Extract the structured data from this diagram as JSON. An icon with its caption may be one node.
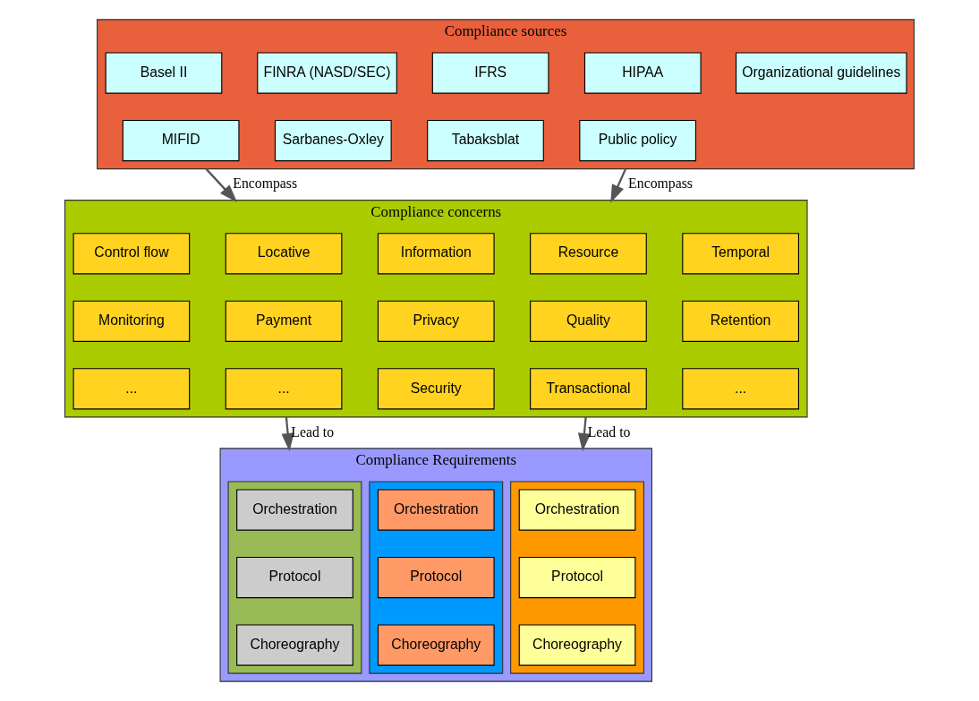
{
  "diagram": {
    "nodes": [
      {
        "text": [
          "Compliance sources"
        ]
      },
      {
        "text": [
          "Basel II"
        ],
        "in": 0
      },
      {
        "text": [
          "FINRA (NASD/SEC)"
        ],
        "in": 0
      },
      {
        "text": [
          "IFRS"
        ],
        "in": 0
      },
      {
        "text": [
          "HIPAA"
        ],
        "in": 0
      },
      {
        "text": [
          "Organizational guidelines"
        ],
        "in": 0
      },
      {
        "text": [
          "MIFID"
        ],
        "in": 0
      },
      {
        "text": [
          "Sarbanes-Oxley"
        ],
        "in": 0
      },
      {
        "text": [
          "Tabaksblat"
        ],
        "in": 0
      },
      {
        "text": [
          "Public policy"
        ],
        "in": 0
      },
      {
        "text": [
          "Compliance concerns"
        ]
      },
      {
        "text": [
          "Control flow"
        ],
        "in": 10
      },
      {
        "text": [
          "Locative"
        ],
        "in": 10
      },
      {
        "text": [
          "Information"
        ],
        "in": 10
      },
      {
        "text": [
          "Resource"
        ],
        "in": 10
      },
      {
        "text": [
          "Temporal"
        ],
        "in": 10
      },
      {
        "text": [
          "Monitoring"
        ],
        "in": 10
      },
      {
        "text": [
          "Payment"
        ],
        "in": 10
      },
      {
        "text": [
          "Privacy"
        ],
        "in": 10
      },
      {
        "text": [
          "Quality"
        ],
        "in": 10
      },
      {
        "text": [
          "Retention"
        ],
        "in": 10
      },
      {
        "text": [
          "..."
        ],
        "in": 10
      },
      {
        "text": [
          "..."
        ],
        "in": 10
      },
      {
        "text": [
          "Security"
        ],
        "in": 10
      },
      {
        "text": [
          "Transactional"
        ],
        "in": 10
      },
      {
        "text": [
          "..."
        ],
        "in": 10
      },
      {
        "text": [
          "Compliance Requirements"
        ]
      },
      {
        "text": [],
        "shape": "box",
        "in": 26
      },
      {
        "text": [
          "Orchestration"
        ],
        "in": 27
      },
      {
        "text": [
          "Protocol"
        ],
        "in": 27
      },
      {
        "text": [
          "Choreography"
        ],
        "in": 27
      },
      {
        "text": [],
        "shape": "box",
        "in": 26
      },
      {
        "text": [
          "Orchestration"
        ],
        "in": 31
      },
      {
        "text": [
          "Protocol"
        ],
        "in": 31
      },
      {
        "text": [
          "Choreography"
        ],
        "in": 31
      },
      {
        "text": [],
        "shape": "box",
        "in": 26
      },
      {
        "text": [
          "Orchestration"
        ],
        "in": 35
      },
      {
        "text": [
          "Protocol"
        ],
        "in": 35
      },
      {
        "text": [
          "Choreography"
        ],
        "in": 35
      }
    ],
    "edges": [
      {
        "from": 0,
        "to": 10,
        "arrow": "to",
        "label": "Encompass"
      },
      {
        "from": 0,
        "to": 10,
        "arrow": "to",
        "label": "Encompass"
      },
      {
        "from": 10,
        "to": 26,
        "arrow": "to",
        "label": "Lead to"
      },
      {
        "from": 10,
        "to": 26,
        "arrow": "to",
        "label": "Lead to"
      }
    ]
  }
}
